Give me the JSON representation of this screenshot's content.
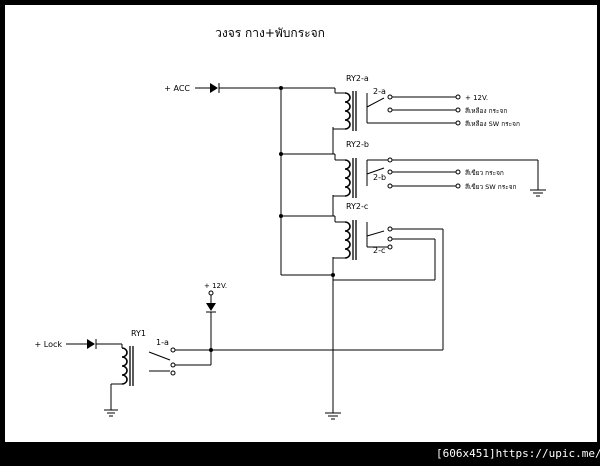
{
  "title": "วงจร กาง+พับกระจก",
  "inputs": {
    "acc": "+ ACC",
    "lock": "+ Lock",
    "supply_12v": "+ 12V."
  },
  "relays": {
    "ry1": {
      "name": "RY1",
      "contact": "1-a"
    },
    "ry2a": {
      "name": "RY2-a",
      "contact": "2-a"
    },
    "ry2b": {
      "name": "RY2-b",
      "contact": "2-b"
    },
    "ry2c": {
      "name": "RY2-c",
      "contact": "2-c"
    }
  },
  "outputs": {
    "plus_12v": "+ 12V.",
    "yellow_mirror": "สีเหลือง กระจก",
    "yellow_sw_mirror": "สีเหลือง SW กระจก",
    "green_mirror": "สีเขียว กระจก",
    "green_sw_mirror": "สีเขียว SW กระจก"
  },
  "footer": "[606x451]https://upic.me/",
  "colors": {
    "frame": "#000000",
    "sheet": "#ffffff",
    "ink": "#000000"
  }
}
